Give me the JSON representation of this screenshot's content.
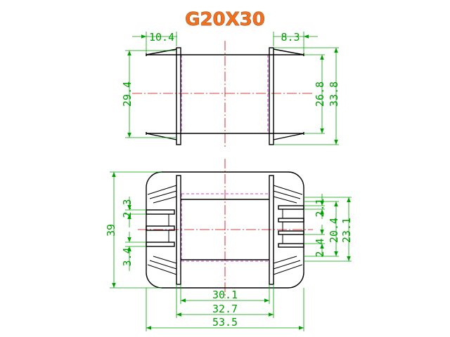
{
  "title": "G20X30",
  "top_view": {
    "dims": {
      "flange_left": "10.4",
      "flange_right": "8.3",
      "height_left": "29.4",
      "height_inner": "26.8",
      "height_outer": "33.8"
    }
  },
  "front_view": {
    "dims": {
      "overall_height": "39",
      "pin_pitch_left": "2.3",
      "pin_offset_left": "3.4",
      "pin_pitch_right": "2.1",
      "pin_offset_right": "2.4",
      "pin_span_inner": "20.4",
      "pin_span_outer": "23.1",
      "window_width": "30.1",
      "core_width": "32.7",
      "overall_width": "53.5"
    }
  },
  "colors": {
    "title": "#f07020",
    "dimension": "#00a000",
    "center_line": "#cc0000",
    "hidden_line": "#cc00cc",
    "outline": "#000000"
  }
}
